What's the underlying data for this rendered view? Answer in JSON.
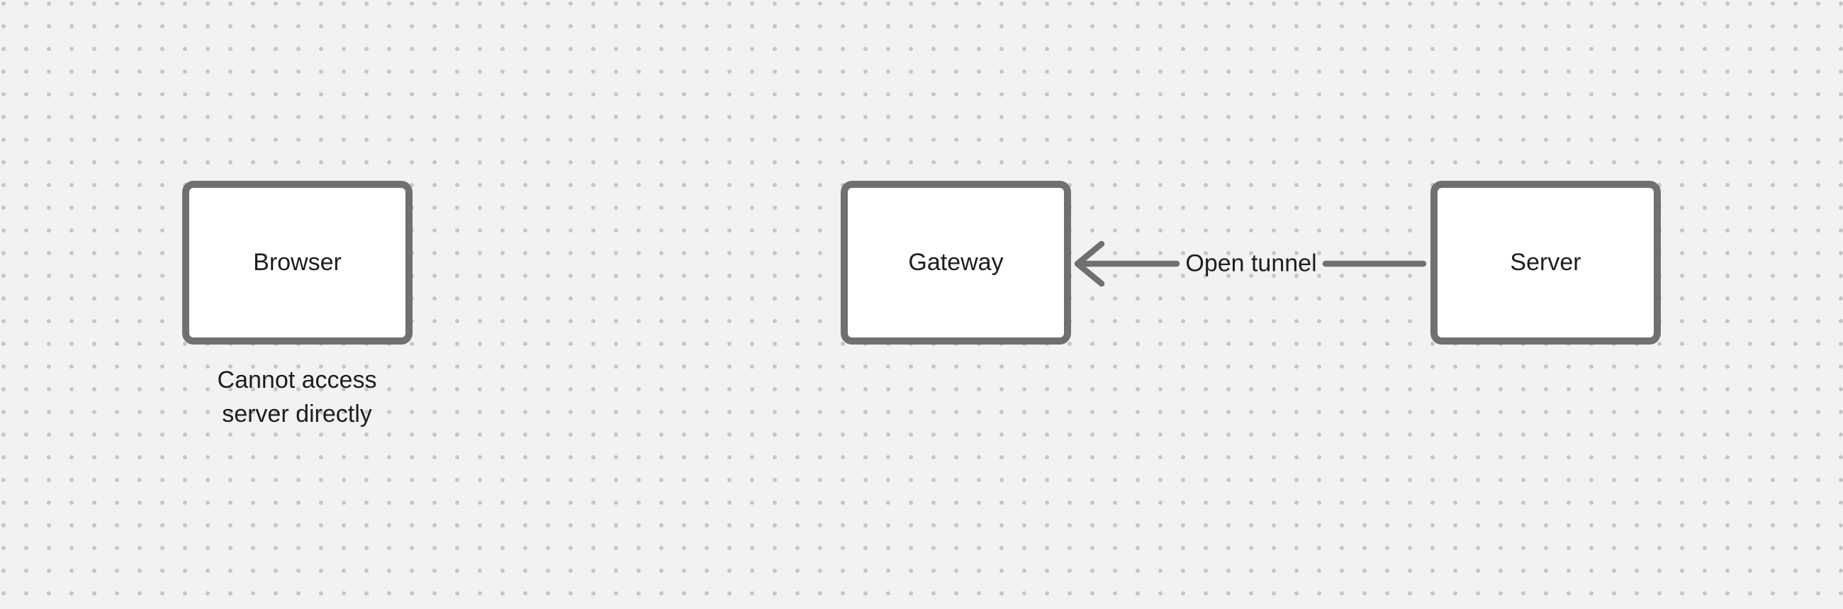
{
  "theme": {
    "canvas_background": "#f2f2f1",
    "grid_dot_color": "#c6c6c5",
    "shape_stroke_color": "#707070",
    "shape_fill_color": "#ffffff",
    "text_color": "#1d1d1d"
  },
  "diagram": {
    "nodes": [
      {
        "id": "browser",
        "label": "Browser"
      },
      {
        "id": "gateway",
        "label": "Gateway"
      },
      {
        "id": "server",
        "label": "Server"
      }
    ],
    "edge": {
      "label": "Open tunnel",
      "from": "server",
      "to": "gateway",
      "direction": "right-to-left"
    },
    "caption": {
      "line1": "Cannot access",
      "line2": "server directly"
    }
  }
}
